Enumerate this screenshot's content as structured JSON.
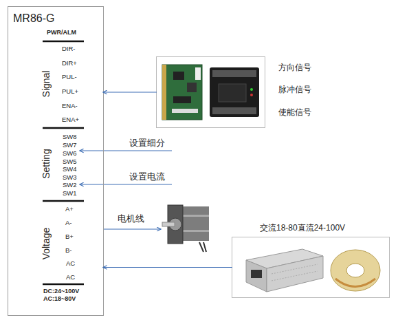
{
  "diagram": {
    "nodes": [
      {
        "text": [
          "MR86-G"
        ]
      },
      {
        "text": [
          "Signal"
        ],
        "in": 0
      },
      {
        "text": [
          "Setting"
        ],
        "in": 0
      },
      {
        "text": [
          "Voltage"
        ],
        "in": 0
      },
      {
        "text": [
          "方向信号",
          "脉冲信号",
          "使能信号"
        ]
      },
      {
        "text": [
          "交流18-80直流24-100V"
        ]
      }
    ],
    "edges": [
      {
        "from": 4,
        "to": 1,
        "arrow": "to"
      },
      {
        "from": 5,
        "to": 3,
        "arrow": "to"
      }
    ],
    "labels": [
      "PWR/ALM",
      "DIR-",
      "DIR+",
      "PUL-",
      "PUL+",
      "ENA-",
      "ENA+",
      "SW8",
      "SW7",
      "SW6",
      "SW5",
      "SW4",
      "SW3",
      "SW2",
      "SW1",
      "A+",
      "A-",
      "B+",
      "B-",
      "AC",
      "AC",
      "DC:24~100V",
      "AC:18~80V",
      "设置细分",
      "设置电流",
      "电机线"
    ]
  }
}
